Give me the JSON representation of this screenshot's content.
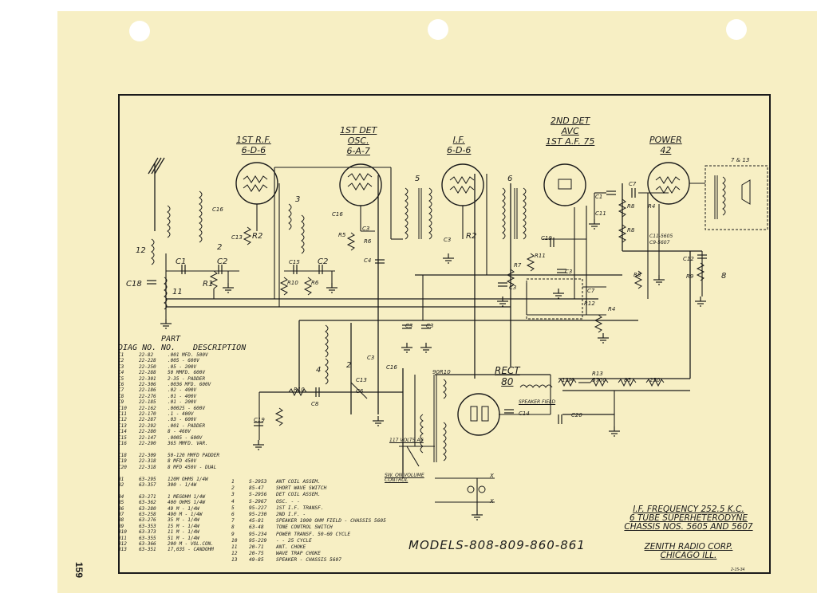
{
  "tubes": [
    {
      "line1": "1ST R.F.",
      "line2": "6-D-6",
      "line3": ""
    },
    {
      "line1": "1ST DET",
      "line2": "OSC.",
      "line3": "6-A-7"
    },
    {
      "line1": "I.F.",
      "line2": "6-D-6",
      "line3": ""
    },
    {
      "line1": "2ND DET",
      "line2": "AVC",
      "line3": "1ST A.F. 75"
    },
    {
      "line1": "POWER",
      "line2": "42",
      "line3": ""
    }
  ],
  "rectifier": {
    "line1": "RECT",
    "line2": "80"
  },
  "component_labels": {
    "c18": "C18",
    "c1": "C1",
    "c2": "C2",
    "c16": "C16",
    "c13": "C13",
    "r2": "R2",
    "r1": "R1",
    "n12": "12",
    "n11": "11",
    "n2": "2",
    "n3": "3",
    "c15": "C15",
    "r10": "R10",
    "r6": "R6",
    "r5": "R5",
    "c3": "C3",
    "c4": "C4",
    "n5": "5",
    "n6": "6",
    "r7": "R7",
    "r11": "R11",
    "c10": "C10",
    "c7": "C7",
    "r12": "R12",
    "r4": "R4",
    "r8": "R8",
    "c11": "C11",
    "c11note": "C11-5605",
    "c9note": "C9-5607",
    "c12": "C12",
    "r9": "R9",
    "n8": "8",
    "n713": "7 & 13",
    "n4": "4",
    "c14": "C14",
    "r13": "R13",
    "n11m": "11M",
    "v5700": "5700",
    "v85": "85",
    "v250": "250",
    "c20": "C20",
    "c19": "C19",
    "c8": "C8",
    "c6": "C6",
    "n90r10": "90R10",
    "sfield": "SPEAKER FIELD",
    "ac117": "117 VOLTS AC",
    "sw": "SW. ON VOLUME CONTROL",
    "x": "X"
  },
  "parts_table": {
    "headers": [
      "DIAG NO.",
      "PART NO.",
      "DESCRIPTION"
    ],
    "rows": [
      [
        "C1",
        "22-82",
        ".001 MFD.  500V"
      ],
      [
        "C2",
        "22-228",
        ".005   -   600V"
      ],
      [
        "C3",
        "22-250",
        ".05   -   200V"
      ],
      [
        "C4",
        "22-288",
        "50 MMFD. 600V"
      ],
      [
        "C5",
        "22-301",
        "2-35 - PADDER"
      ],
      [
        "C6",
        "22-306",
        ".0036 MFD. 600V"
      ],
      [
        "C7",
        "22-186",
        ".02   -   400V"
      ],
      [
        "C8",
        "22-276",
        ".01   -   400V"
      ],
      [
        "C9",
        "22-185",
        ".01   -   200V"
      ],
      [
        "C10",
        "22-162",
        ".00025  -   600V"
      ],
      [
        "C11",
        "22-170",
        ".1   -   400V"
      ],
      [
        "C12",
        "22-287",
        ".03   -   600V"
      ],
      [
        "C13",
        "22-292",
        ".001  -  PADDER"
      ],
      [
        "C14",
        "22-280",
        "8   -   460V"
      ],
      [
        "C15",
        "22-147",
        ".0005  -  600V"
      ],
      [
        "C16",
        "22-290",
        "365 MMFD. VAR."
      ],
      [
        "",
        "",
        " "
      ],
      [
        "C18",
        "22-309",
        "50-120 MMFD PADDER"
      ],
      [
        "C19",
        "22-318",
        "8 MFD 450V"
      ],
      [
        "C20",
        "22-318",
        "8 MFD 450V - DUAL"
      ],
      [
        "",
        "",
        " "
      ],
      [
        "R1",
        "63-295",
        "120M OHMS 1/4W"
      ],
      [
        "R2",
        "63-357",
        "300   -   1/4W"
      ],
      [
        "",
        "",
        " "
      ],
      [
        "R4",
        "63-271",
        "1 MEGOHM  1/4W"
      ],
      [
        "R5",
        "63-362",
        "400 OHMS  1/4W"
      ],
      [
        "R6",
        "63-280",
        "49 M   -   1/4W"
      ],
      [
        "R7",
        "63-258",
        "490 M   -   1/4W"
      ],
      [
        "R8",
        "63-276",
        "35 M   -   1/4W"
      ],
      [
        "R9",
        "63-353",
        "15 M   -   1/4W"
      ],
      [
        "R10",
        "63-373",
        "11 M   -   1/4W"
      ],
      [
        "R11",
        "63-355",
        "51 M   -   1/4W"
      ],
      [
        "R12",
        "63-366",
        "200 M - VOL.CON."
      ],
      [
        "R13",
        "63-351",
        "17,035 - CANDOHM"
      ]
    ]
  },
  "coil_table": [
    [
      "1",
      "S-2953",
      "ANT COIL ASSEM."
    ],
    [
      "2",
      "85-47",
      "SHORT WAVE SWITCH"
    ],
    [
      "3",
      "S-2956",
      "DET COIL ASSEM."
    ],
    [
      "4",
      "S-2967",
      "OSC.  -   -"
    ],
    [
      "5",
      "95-227",
      "1ST I.F. TRANSF."
    ],
    [
      "6",
      "95-230",
      "2ND I.F.  -"
    ],
    [
      "7",
      "45-81",
      "SPEAKER 1000 OHM FIELD - CHASSIS 5605"
    ],
    [
      "8",
      "63-48",
      "TONE CONTROL SWITCH"
    ],
    [
      "9",
      "95-234",
      "POWER TRANSF. 50-60 CYCLE"
    ],
    [
      "10",
      "95-229",
      "  -   -   25 CYCLE"
    ],
    [
      "11",
      "20-71",
      "ANT. CHOKE"
    ],
    [
      "12",
      "20-75",
      "WAVE TRAP CHOKE"
    ],
    [
      "13",
      "49-85",
      "SPEAKER - CHASSIS 5607"
    ]
  ],
  "title_block": {
    "if_freq": "I.F. FREQUENCY 252.5 K.C.",
    "description": "6 TUBE SUPERHETERODYNE",
    "chassis": "CHASSIS NOS. 5605 AND 5607",
    "maker": "ZENITH RADIO CORP.",
    "city": "CHICAGO ILL."
  },
  "models": "MODELS-808-809-860-861",
  "page_number": "159",
  "stamp": "2-15-34"
}
